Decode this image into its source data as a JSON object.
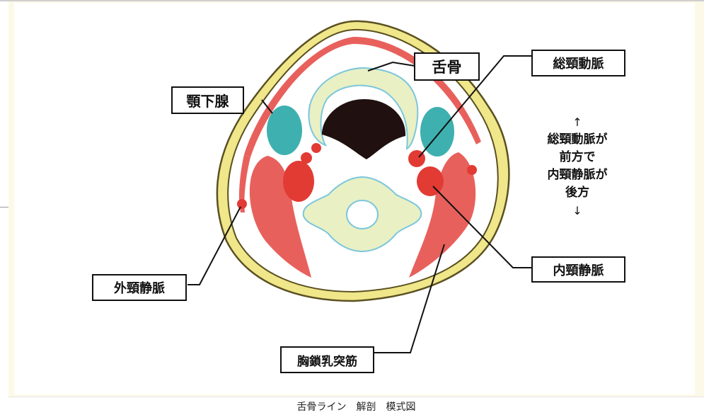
{
  "labels": {
    "hyoid": "舌骨",
    "submandibular_gland": "顎下腺",
    "common_carotid": "総頸動脈",
    "internal_jugular": "内頸静脈",
    "external_jugular": "外頸静脈",
    "sternocleidomastoid": "胸鎖乳突筋"
  },
  "note": {
    "arrow_up": "↑",
    "line1": "総頸動脈が",
    "line2": "前方で",
    "line3": "内頸静脈が",
    "line4": "後方",
    "arrow_down": "↓"
  },
  "caption": "舌骨ライン　解剖　模式図",
  "colors": {
    "skin_yellow": "#f0e68a",
    "outline_dark": "#5a5020",
    "muscle_red": "#e8605c",
    "vessel_red": "#e23b34",
    "gland_teal": "#3fb0b0",
    "hyoid_fill": "#e8f0c4",
    "hyoid_outline": "#7cc6dc",
    "airway_dark": "#201010",
    "frame_cream": "#fdf9e8"
  }
}
